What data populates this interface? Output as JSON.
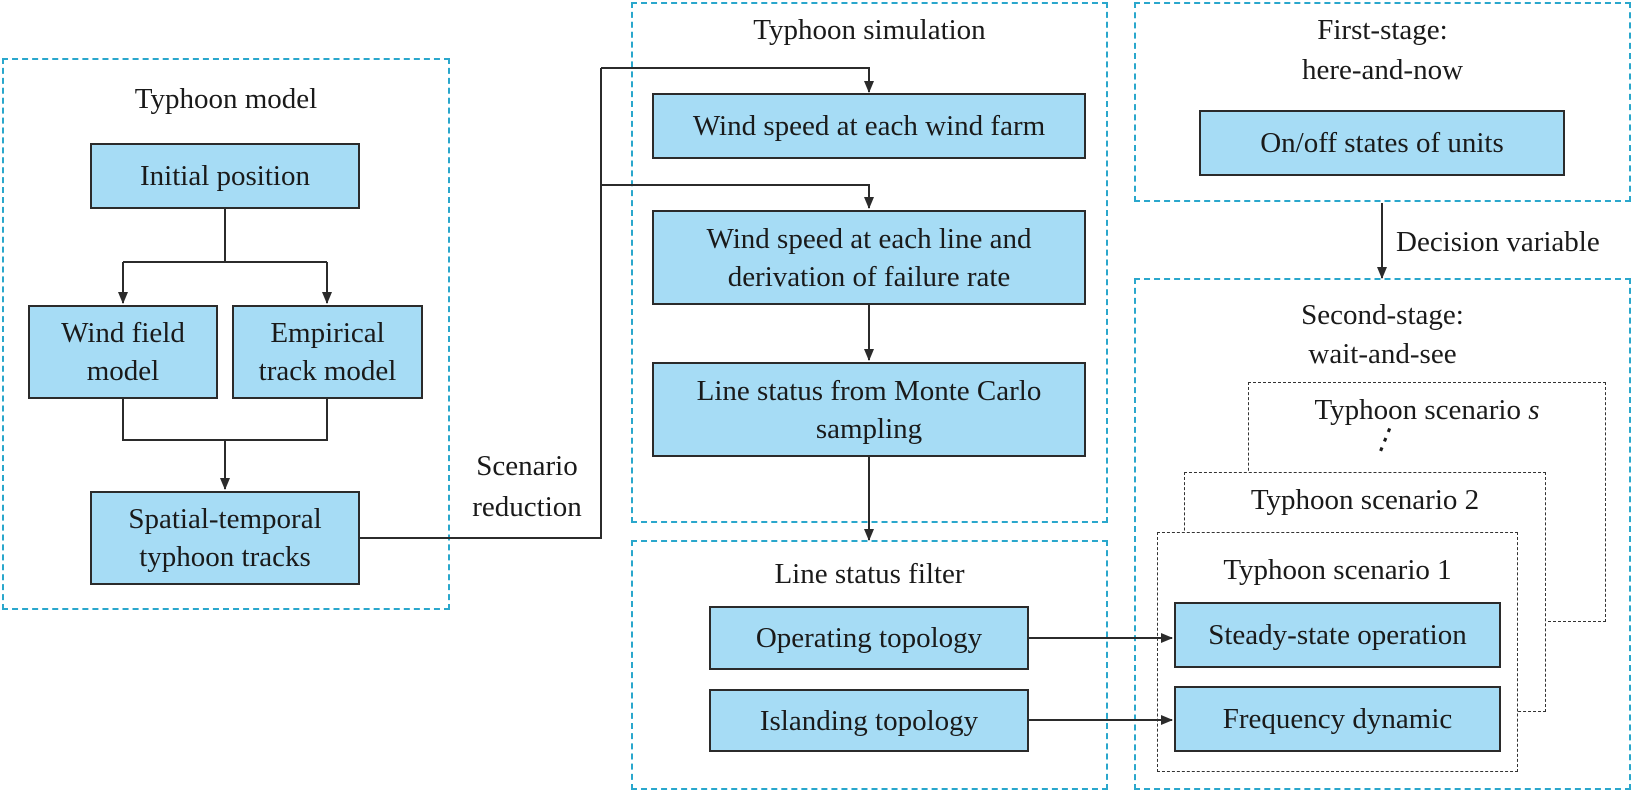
{
  "typhoon_model": {
    "title": "Typhoon model",
    "initial_position": "Initial position",
    "wind_field_model": "Wind field model",
    "empirical_track_model": "Empirical track model",
    "tracks": "Spatial-temporal typhoon tracks"
  },
  "scenario_reduction": {
    "line1": "Scenario",
    "line2": "reduction"
  },
  "typhoon_simulation": {
    "title": "Typhoon simulation",
    "wind_farm": "Wind speed at each wind farm",
    "wind_line": "Wind speed at each line and derivation of failure rate",
    "line_status": "Line status from Monte Carlo sampling"
  },
  "line_status_filter": {
    "title": "Line status filter",
    "operating": "Operating topology",
    "islanding": "Islanding topology"
  },
  "first_stage": {
    "title_line1": "First-stage:",
    "title_line2": "here-and-now",
    "units": "On/off states of units"
  },
  "decision_variable": "Decision variable",
  "second_stage": {
    "title_line1": "Second-stage:",
    "title_line2": "wait-and-see",
    "scenario_s_prefix": "Typhoon scenario ",
    "scenario_s_var": "s",
    "scenario_2": "Typhoon scenario 2",
    "scenario_1": "Typhoon scenario 1",
    "steady_state": "Steady-state operation",
    "frequency": "Frequency dynamic"
  },
  "colors": {
    "box_fill": "#a6dcf5",
    "group_border": "#2aa7cc",
    "line": "#2b2b2b"
  }
}
